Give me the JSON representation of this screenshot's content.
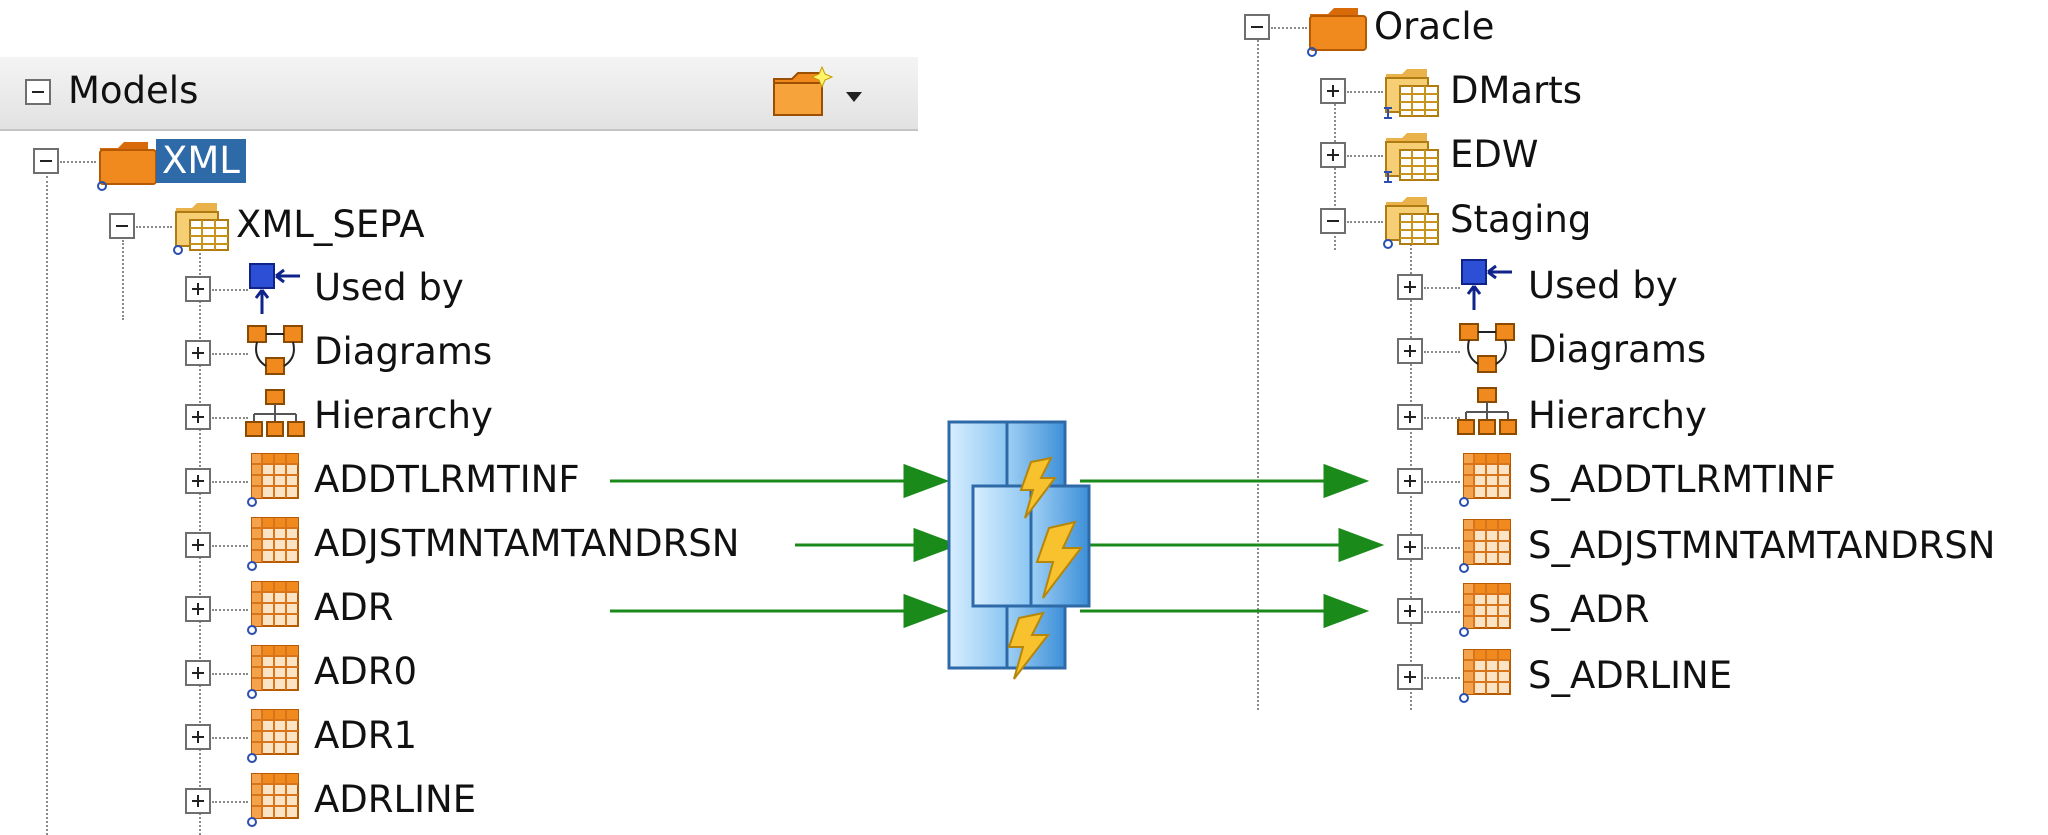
{
  "left_panel": {
    "header": {
      "title": "Models"
    },
    "root": {
      "label": "XML"
    },
    "model": {
      "label": "XML_SEPA"
    },
    "nodes": [
      {
        "label": "Used by"
      },
      {
        "label": "Diagrams"
      },
      {
        "label": "Hierarchy"
      },
      {
        "label": "ADDTLRMTINF"
      },
      {
        "label": "ADJSTMNTAMTANDRSN"
      },
      {
        "label": "ADR"
      },
      {
        "label": "ADR0"
      },
      {
        "label": "ADR1"
      },
      {
        "label": "ADRLINE"
      }
    ]
  },
  "right_panel": {
    "root": {
      "label": "Oracle"
    },
    "models": [
      {
        "label": "DMarts"
      },
      {
        "label": "EDW"
      },
      {
        "label": "Staging"
      }
    ],
    "nodes": [
      {
        "label": "Used by"
      },
      {
        "label": "Diagrams"
      },
      {
        "label": "Hierarchy"
      },
      {
        "label": "S_ADDTLRMTINF"
      },
      {
        "label": "S_ADJSTMNTAMTANDRSN"
      },
      {
        "label": "S_ADR"
      },
      {
        "label": "S_ADRLINE"
      }
    ]
  },
  "colors": {
    "arrow": "#1a8a1a",
    "selection": "#2f6aa8",
    "folder": "#f08a1e",
    "mapping": "#9fd0f5"
  }
}
